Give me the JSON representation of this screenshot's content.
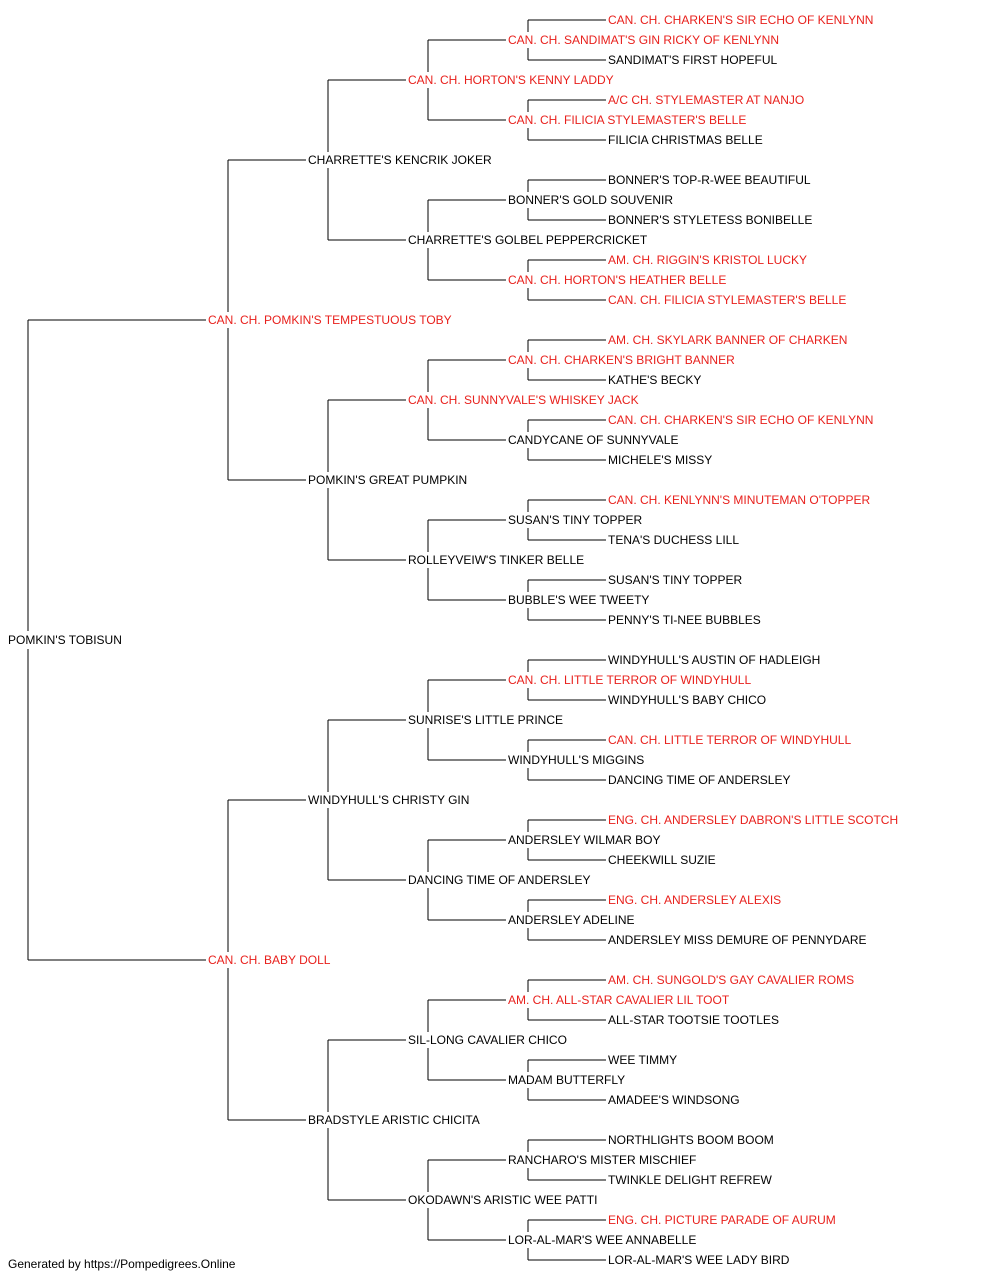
{
  "colors": {
    "champion": "#e8201c",
    "normal": "#000000",
    "line": "#000000"
  },
  "pedigree": {
    "name": "POMKIN'S TOBISUN",
    "champion": false,
    "sire": {
      "name": "CAN. CH. POMKIN'S TEMPESTUOUS TOBY",
      "champion": true,
      "sire": {
        "name": "CHARRETTE'S KENCRIK JOKER",
        "champion": false,
        "sire": {
          "name": "CAN. CH. HORTON'S KENNY LADDY",
          "champion": true,
          "sire": {
            "name": "CAN. CH. SANDIMAT'S GIN RICKY OF KENLYNN",
            "champion": true,
            "sire": {
              "name": "CAN. CH. CHARKEN'S SIR ECHO OF KENLYNN",
              "champion": true
            },
            "dam": {
              "name": "SANDIMAT'S FIRST HOPEFUL",
              "champion": false
            }
          },
          "dam": {
            "name": "CAN. CH. FILICIA STYLEMASTER'S BELLE",
            "champion": true,
            "sire": {
              "name": "A/C CH. STYLEMASTER AT NANJO",
              "champion": true
            },
            "dam": {
              "name": "FILICIA CHRISTMAS BELLE",
              "champion": false
            }
          }
        },
        "dam": {
          "name": "CHARRETTE'S GOLBEL PEPPERCRICKET",
          "champion": false,
          "sire": {
            "name": "BONNER'S GOLD SOUVENIR",
            "champion": false,
            "sire": {
              "name": "BONNER'S TOP-R-WEE BEAUTIFUL",
              "champion": false
            },
            "dam": {
              "name": "BONNER'S STYLETESS BONIBELLE",
              "champion": false
            }
          },
          "dam": {
            "name": "CAN. CH. HORTON'S HEATHER BELLE",
            "champion": true,
            "sire": {
              "name": "AM. CH. RIGGIN'S KRISTOL LUCKY",
              "champion": true
            },
            "dam": {
              "name": "CAN. CH. FILICIA STYLEMASTER'S BELLE",
              "champion": true
            }
          }
        }
      },
      "dam": {
        "name": "POMKIN'S GREAT PUMPKIN",
        "champion": false,
        "sire": {
          "name": "CAN. CH. SUNNYVALE'S WHISKEY JACK",
          "champion": true,
          "sire": {
            "name": "CAN. CH. CHARKEN'S BRIGHT BANNER",
            "champion": true,
            "sire": {
              "name": "AM. CH. SKYLARK BANNER OF CHARKEN",
              "champion": true
            },
            "dam": {
              "name": "KATHE'S BECKY",
              "champion": false
            }
          },
          "dam": {
            "name": "CANDYCANE OF SUNNYVALE",
            "champion": false,
            "sire": {
              "name": "CAN. CH. CHARKEN'S SIR ECHO OF KENLYNN",
              "champion": true
            },
            "dam": {
              "name": "MICHELE'S MISSY",
              "champion": false
            }
          }
        },
        "dam": {
          "name": "ROLLEYVEIW'S TINKER BELLE",
          "champion": false,
          "sire": {
            "name": "SUSAN'S TINY TOPPER",
            "champion": false,
            "sire": {
              "name": "CAN. CH. KENLYNN'S MINUTEMAN O'TOPPER",
              "champion": true
            },
            "dam": {
              "name": "TENA'S DUCHESS LILL",
              "champion": false
            }
          },
          "dam": {
            "name": "BUBBLE'S WEE TWEETY",
            "champion": false,
            "sire": {
              "name": "SUSAN'S TINY TOPPER",
              "champion": false
            },
            "dam": {
              "name": "PENNY'S TI-NEE BUBBLES",
              "champion": false
            }
          }
        }
      }
    },
    "dam": {
      "name": "CAN. CH. BABY DOLL",
      "champion": true,
      "sire": {
        "name": "WINDYHULL'S CHRISTY GIN",
        "champion": false,
        "sire": {
          "name": "SUNRISE'S LITTLE PRINCE",
          "champion": false,
          "sire": {
            "name": "CAN. CH. LITTLE TERROR OF WINDYHULL",
            "champion": true,
            "sire": {
              "name": "WINDYHULL'S AUSTIN OF HADLEIGH",
              "champion": false
            },
            "dam": {
              "name": "WINDYHULL'S BABY CHICO",
              "champion": false
            }
          },
          "dam": {
            "name": "WINDYHULL'S MIGGINS",
            "champion": false,
            "sire": {
              "name": "CAN. CH. LITTLE TERROR OF WINDYHULL",
              "champion": true
            },
            "dam": {
              "name": "DANCING TIME OF ANDERSLEY",
              "champion": false
            }
          }
        },
        "dam": {
          "name": "DANCING TIME OF ANDERSLEY",
          "champion": false,
          "sire": {
            "name": "ANDERSLEY WILMAR BOY",
            "champion": false,
            "sire": {
              "name": "ENG. CH. ANDERSLEY DABRON'S LITTLE SCOTCH",
              "champion": true
            },
            "dam": {
              "name": "CHEEKWILL SUZIE",
              "champion": false
            }
          },
          "dam": {
            "name": "ANDERSLEY ADELINE",
            "champion": false,
            "sire": {
              "name": "ENG. CH. ANDERSLEY ALEXIS",
              "champion": true
            },
            "dam": {
              "name": "ANDERSLEY MISS DEMURE OF PENNYDARE",
              "champion": false
            }
          }
        }
      },
      "dam": {
        "name": "BRADSTYLE ARISTIC CHICITA",
        "champion": false,
        "sire": {
          "name": "SIL-LONG CAVALIER CHICO",
          "champion": false,
          "sire": {
            "name": "AM. CH. ALL-STAR CAVALIER LIL TOOT",
            "champion": true,
            "sire": {
              "name": "AM. CH. SUNGOLD'S GAY CAVALIER ROMS",
              "champion": true
            },
            "dam": {
              "name": "ALL-STAR TOOTSIE TOOTLES",
              "champion": false
            }
          },
          "dam": {
            "name": "MADAM BUTTERFLY",
            "champion": false,
            "sire": {
              "name": "WEE TIMMY",
              "champion": false
            },
            "dam": {
              "name": "AMADEE'S WINDSONG",
              "champion": false
            }
          }
        },
        "dam": {
          "name": "OKODAWN'S ARISTIC WEE PATTI",
          "champion": false,
          "sire": {
            "name": "RANCHARO'S MISTER MISCHIEF",
            "champion": false,
            "sire": {
              "name": "NORTHLIGHTS BOOM BOOM",
              "champion": false
            },
            "dam": {
              "name": "TWINKLE DELIGHT REFREW",
              "champion": false
            }
          },
          "dam": {
            "name": "LOR-AL-MAR'S WEE ANNABELLE",
            "champion": false,
            "sire": {
              "name": "ENG. CH. PICTURE PARADE OF AURUM",
              "champion": true
            },
            "dam": {
              "name": "LOR-AL-MAR'S WEE LADY BIRD",
              "champion": false
            }
          }
        }
      }
    }
  },
  "footer": {
    "text": "Generated by https://Pompedigrees.Online"
  }
}
